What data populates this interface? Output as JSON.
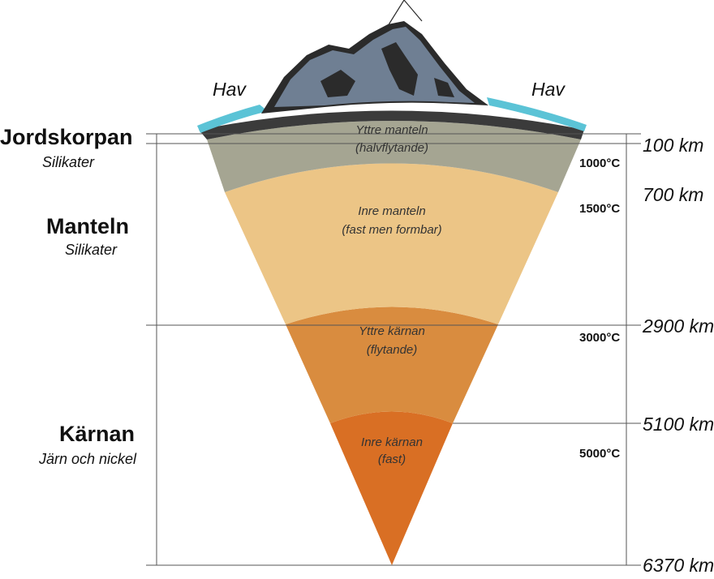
{
  "ocean_labels": {
    "left": "Hav",
    "right": "Hav"
  },
  "layers": {
    "crust": {
      "name": "Jordskorpan",
      "material": "Silikater"
    },
    "mantle": {
      "name": "Manteln",
      "material": "Silikater"
    },
    "core": {
      "name": "Kärnan",
      "material": "Järn och nickel"
    }
  },
  "inner_labels": {
    "outer_mantle": {
      "line1": "Yttre manteln",
      "line2": "(halvflytande)"
    },
    "inner_mantle": {
      "line1": "Inre manteln",
      "line2": "(fast men formbar)"
    },
    "outer_core": {
      "line1": "Yttre kärnan",
      "line2": "(flytande)"
    },
    "inner_core": {
      "line1": "Inre kärnan",
      "line2": "(fast)"
    }
  },
  "depths": [
    "100 km",
    "700 km",
    "2900 km",
    "5100 km",
    "6370 km"
  ],
  "temperatures": [
    "1000°C",
    "1500°C",
    "3000°C",
    "5000°C"
  ],
  "colors": {
    "ocean": "#5bc3d6",
    "crust": "#3b3b3b",
    "outer_mantle": "#a5a592",
    "inner_mantle": "#ecc586",
    "outer_core": "#d98c3f",
    "inner_core": "#d96f24",
    "mountain": "#6f7f93",
    "mountain_dark": "#2b2b2b"
  }
}
